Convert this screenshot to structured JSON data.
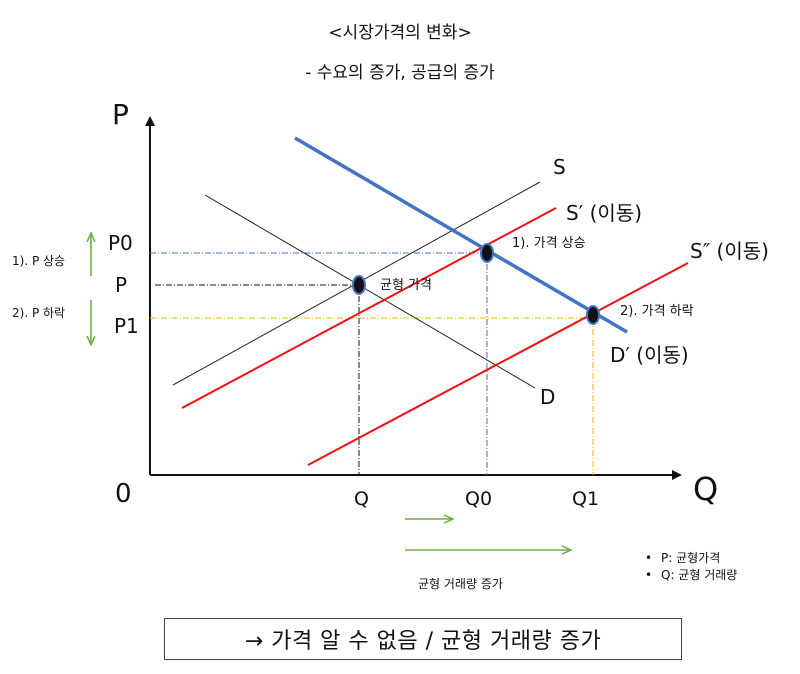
{
  "title": "<시장가격의 변화>",
  "subtitle": "- 수요의 증가, 공급의 증가",
  "axes": {
    "y_label": "P",
    "x_label": "Q",
    "origin": "0"
  },
  "price_ticks": {
    "p0": "P0",
    "p": "P",
    "p1": "P1"
  },
  "quantity_ticks": {
    "q": "Q",
    "q0": "Q0",
    "q1": "Q1"
  },
  "curves": {
    "s": "S",
    "s_prime": "S′ (이동)",
    "s_double_prime": "S″ (이동)",
    "d": "D",
    "d_prime": "D′ (이동)"
  },
  "points": {
    "equilibrium": "균형 가격",
    "price_up": "1). 가격 상승",
    "price_down": "2). 가격 하락"
  },
  "side_notes": {
    "up": "1). P 상승",
    "down": "2). P 하락"
  },
  "bottom_note": "균형 거래량 증가",
  "legend": [
    "P: 균형가격",
    "Q: 균형 거래량"
  ],
  "conclusion": "→ 가격 알 수 없음 / 균형 거래량 증가",
  "colors": {
    "original_curves": "#222222",
    "supply_shift": "#ee1111",
    "demand_shift": "#4472c4",
    "arrows": "#70ad47",
    "guide_p0": "#4472c4",
    "guide_p1": "#f2b800"
  }
}
